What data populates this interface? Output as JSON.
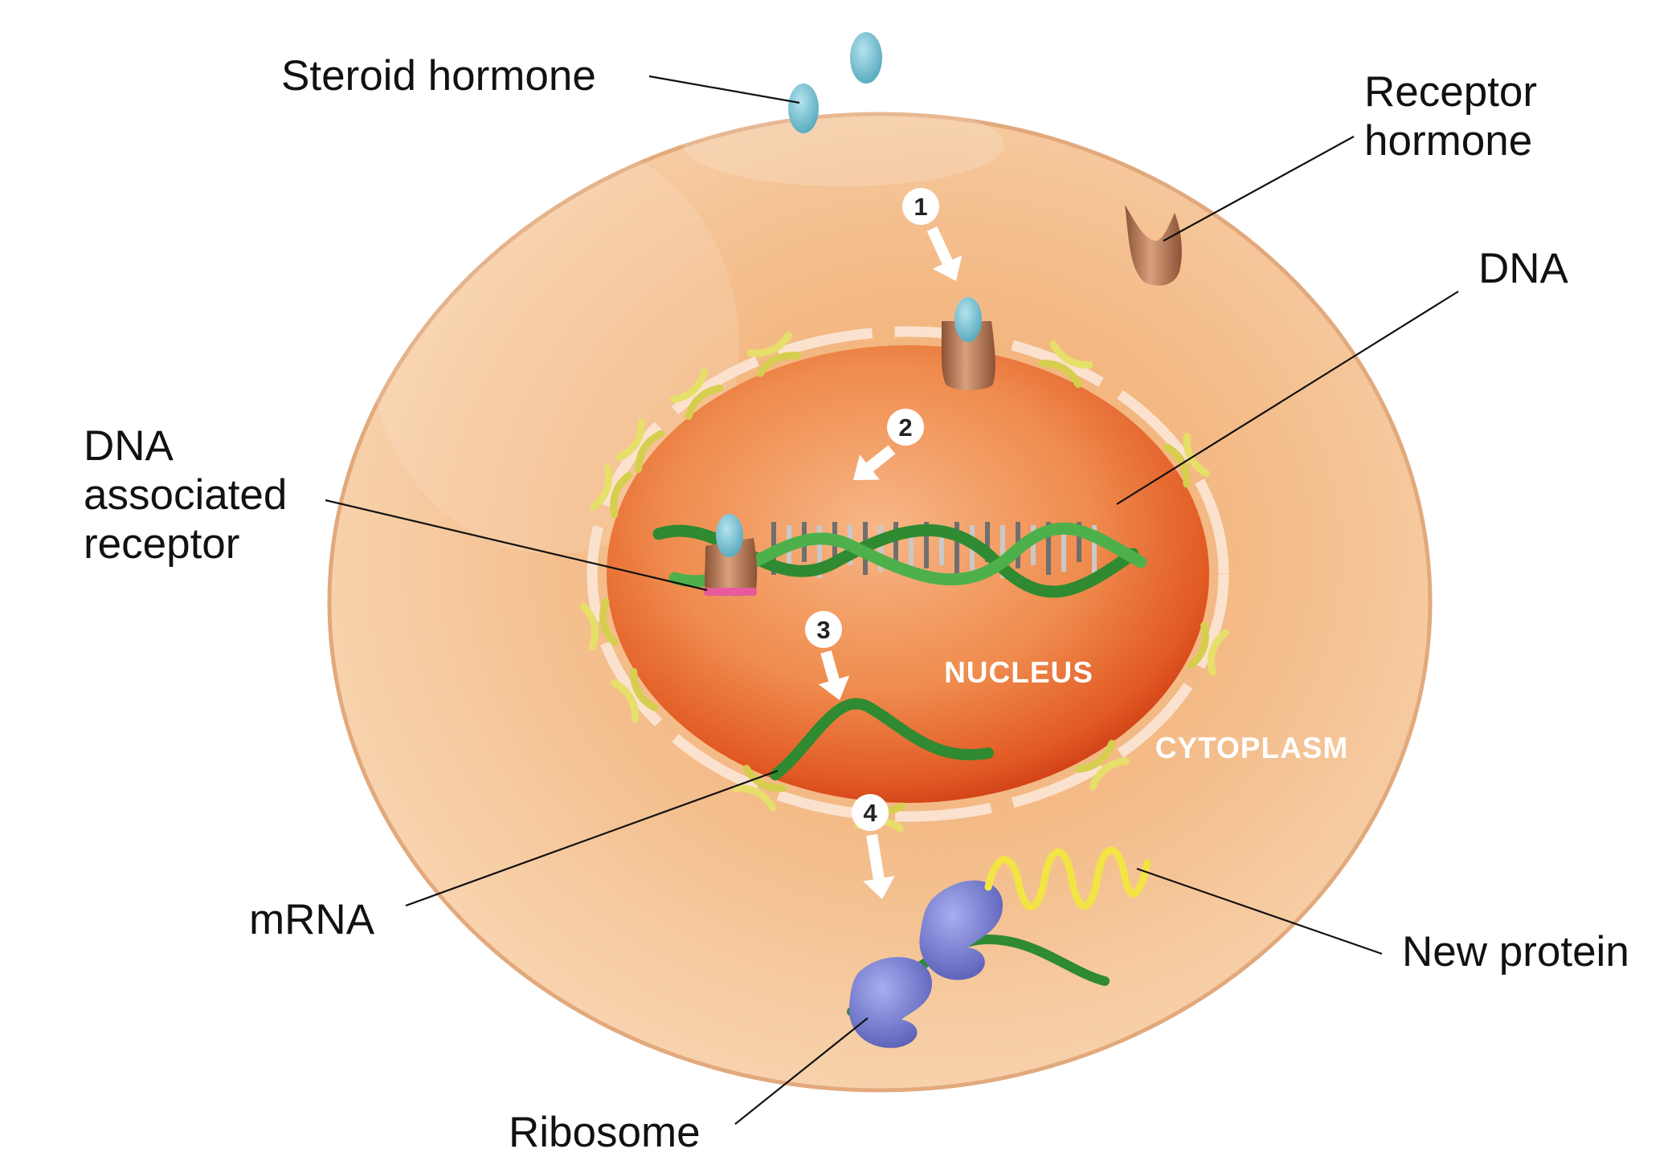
{
  "labels": {
    "steroid_hormone": "Steroid hormone",
    "receptor_hormone_line1": "Receptor",
    "receptor_hormone_line2": "hormone",
    "dna": "DNA",
    "dna_associated_line1": "DNA",
    "dna_associated_line2": "associated",
    "dna_associated_line3": "receptor",
    "mrna": "mRNA",
    "new_protein": "New protein",
    "ribosome": "Ribosome",
    "nucleus": "NUCLEUS",
    "cytoplasm": "CYTOPLASM"
  },
  "steps": [
    "1",
    "2",
    "3",
    "4"
  ],
  "colors": {
    "cell": "#f3c79a",
    "nucleus": "#ee8a4c",
    "hormone": "#7fc4d4",
    "receptor": "#b4775a",
    "dna": "#3a9a3c",
    "ribosome": "#7a7fd0",
    "protein": "#f0e040",
    "pore": "#e6df6a"
  }
}
